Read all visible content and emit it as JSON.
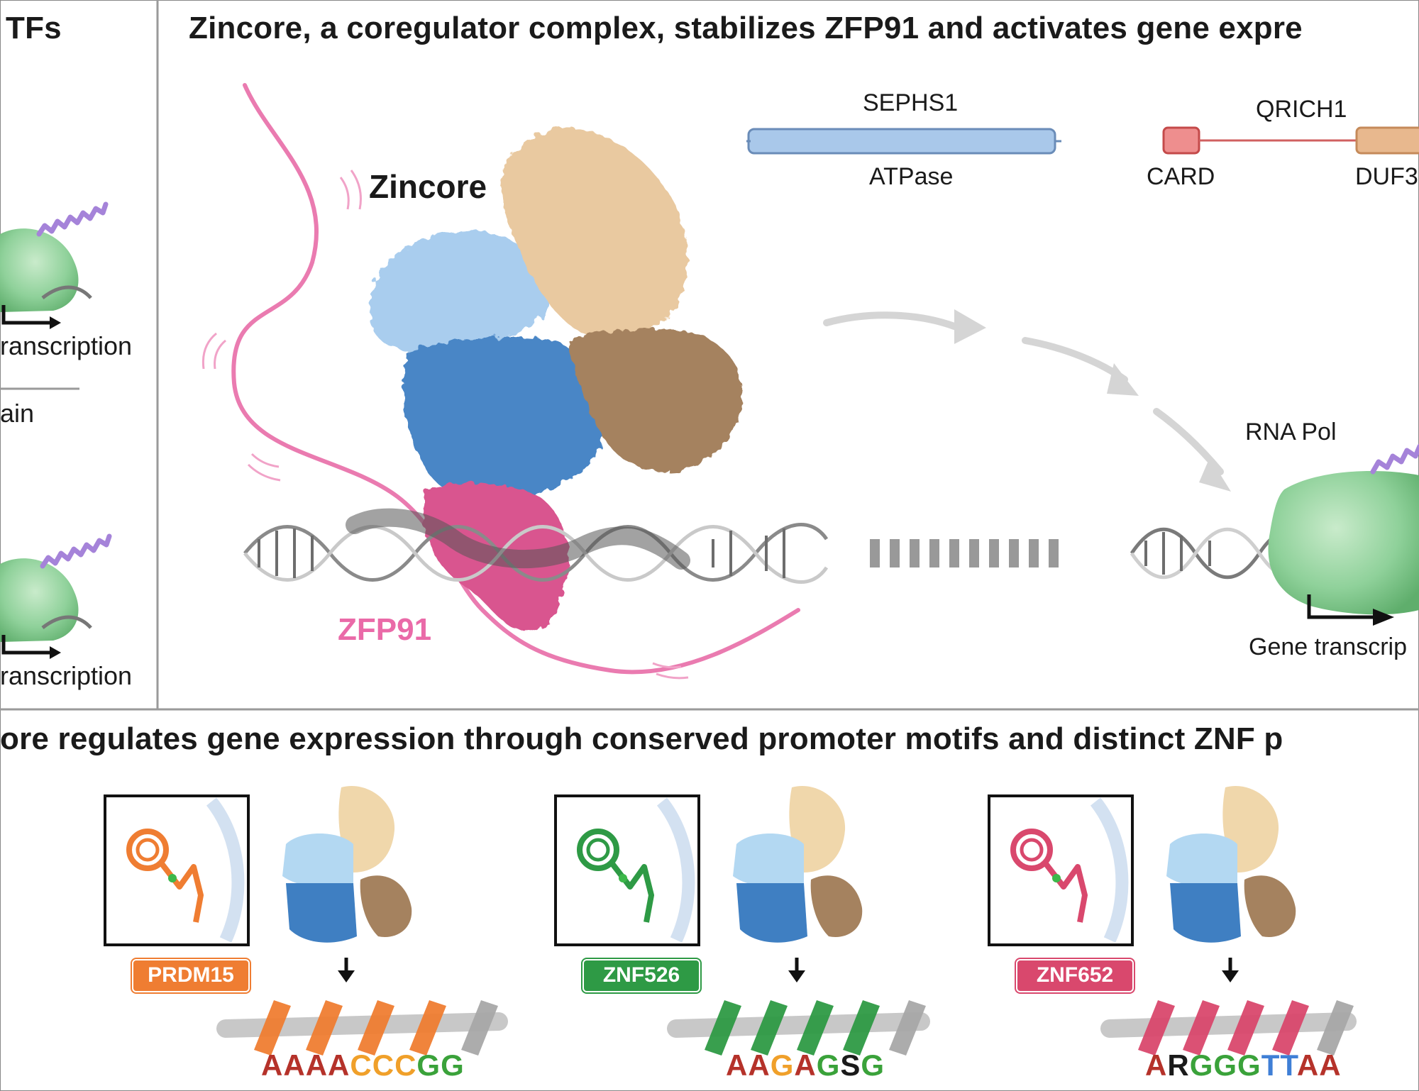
{
  "left_panel": {
    "title": "TFs",
    "label_transcription_1": "ranscription",
    "label_domain": "ain",
    "label_transcription_2": "ranscription"
  },
  "top_panel": {
    "title": "Zincore, a coregulator complex, stabilizes ZFP91 and activates gene expre",
    "zincore_label": "Zincore",
    "zfp91_label": "ZFP91",
    "sephs1": {
      "name": "SEPHS1",
      "domain": "ATPase"
    },
    "qrich1": {
      "name": "QRICH1",
      "domain_1": "CARD",
      "domain_2": "DUF3"
    },
    "rna_pol_label": "RNA Pol",
    "gene_transcription_label": "Gene transcrip"
  },
  "bottom_panel": {
    "title": "ore regulates gene expression through conserved promoter motifs and distinct ZNF p",
    "items": [
      {
        "tag": "PRDM15",
        "tag_color": "#ef7d32",
        "motif": [
          {
            "ch": "A",
            "c": "#b5322a"
          },
          {
            "ch": "A",
            "c": "#b5322a"
          },
          {
            "ch": "A",
            "c": "#b5322a"
          },
          {
            "ch": "A",
            "c": "#b5322a"
          },
          {
            "ch": "C",
            "c": "#f0a02a"
          },
          {
            "ch": "C",
            "c": "#f0a02a"
          },
          {
            "ch": "C",
            "c": "#f0a02a"
          },
          {
            "ch": "G",
            "c": "#3aa23a"
          },
          {
            "ch": "G",
            "c": "#3aa23a"
          }
        ]
      },
      {
        "tag": "ZNF526",
        "tag_color": "#2e9a45",
        "motif": [
          {
            "ch": "A",
            "c": "#b5322a"
          },
          {
            "ch": "A",
            "c": "#b5322a"
          },
          {
            "ch": "G",
            "c": "#f0a02a"
          },
          {
            "ch": "A",
            "c": "#b5322a"
          },
          {
            "ch": "G",
            "c": "#3aa23a"
          },
          {
            "ch": "S",
            "c": "#1a1a1a"
          },
          {
            "ch": "G",
            "c": "#3aa23a"
          }
        ]
      },
      {
        "tag": "ZNF652",
        "tag_color": "#d9486d",
        "motif": [
          {
            "ch": "A",
            "c": "#b5322a"
          },
          {
            "ch": "R",
            "c": "#1a1a1a"
          },
          {
            "ch": "G",
            "c": "#3aa23a"
          },
          {
            "ch": "G",
            "c": "#3aa23a"
          },
          {
            "ch": "G",
            "c": "#3aa23a"
          },
          {
            "ch": "T",
            "c": "#3f7fd6"
          },
          {
            "ch": "T",
            "c": "#3f7fd6"
          },
          {
            "ch": "A",
            "c": "#b5322a"
          },
          {
            "ch": "A",
            "c": "#b5322a"
          }
        ]
      }
    ]
  },
  "colors": {
    "pink_strand": "#ea7bb0",
    "zfp91": "#d9558f",
    "light_blue": "#a9cdee",
    "mid_blue": "#4a86c6",
    "tan_light": "#e9c9a0",
    "tan_dark": "#a5825f",
    "rna_pol_green": "#8fd19a",
    "squiggle_purple": "#a583d9"
  }
}
